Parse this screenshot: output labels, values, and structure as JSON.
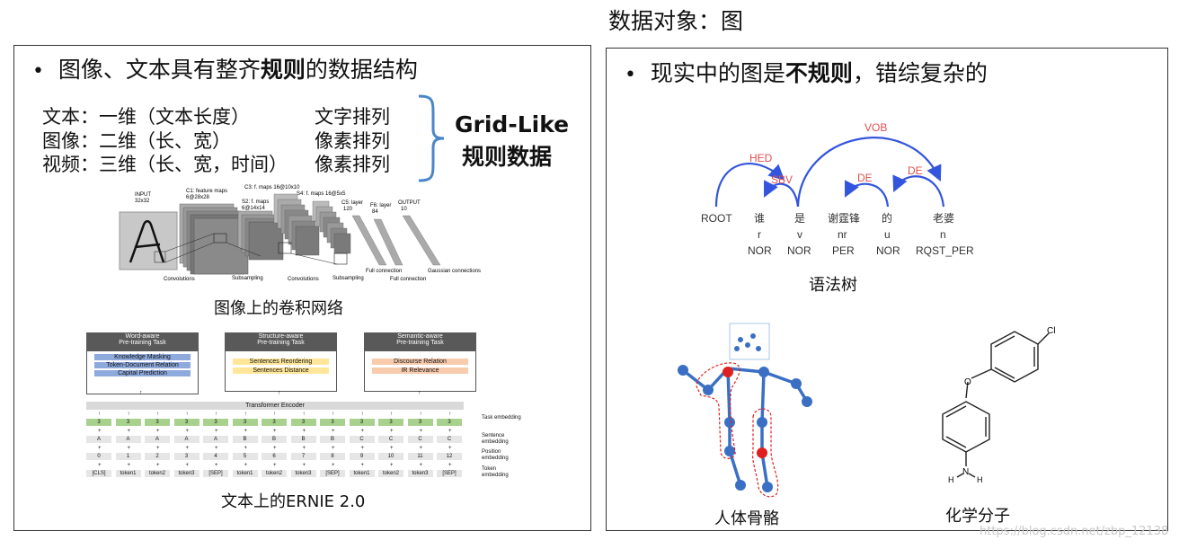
{
  "header": {
    "title": "数据对象：图"
  },
  "left": {
    "bullet_pre": "图像、文本具有整齐",
    "bullet_bold": "规则",
    "bullet_post": "的数据结构",
    "rows": [
      {
        "label": "文本：一维（文本长度）",
        "right": "文字排列"
      },
      {
        "label": "图像：二维（长、宽）",
        "right": "像素排列"
      },
      {
        "label": "视频：三维（长、宽，时间）",
        "right": "像素排列"
      }
    ],
    "grid_like_line1": "Grid-Like",
    "grid_like_line2": "规则数据",
    "cnn": {
      "input": "INPUT",
      "input_size": "32x32",
      "c1": "C1: feature maps",
      "c1_size": "6@28x28",
      "s2": "S2: f. maps",
      "s2_size": "6@14x14",
      "c3": "C3: f. maps 16@10x10",
      "s4": "S4: f. maps 16@5x5",
      "c5": "C5: layer",
      "c5_size": "120",
      "f6": "F6: layer",
      "f6_size": "84",
      "output": "OUTPUT",
      "output_size": "10",
      "conv1": "Convolutions",
      "sub1": "Subsampling",
      "conv2": "Convolutions",
      "sub2": "Subsampling",
      "full1": "Full connection",
      "full2": "Full connection",
      "gauss": "Gaussian connections",
      "caption": "图像上的卷积网络"
    },
    "ernie": {
      "tasks": [
        {
          "title1": "Word-aware",
          "title2": "Pre-training Task",
          "items": [
            "Knowledge Masking",
            "Token-Document Relation",
            "Capital Prediction"
          ],
          "color": "#8ea9db"
        },
        {
          "title1": "Structure-aware",
          "title2": "Pre-training Task",
          "items": [
            "Sentences Reordering",
            "Sentences Distance"
          ],
          "color": "#ffe699"
        },
        {
          "title1": "Semantic-aware",
          "title2": "Pre-training Task",
          "items": [
            "Discourse Relation",
            "IR Relevance"
          ],
          "color": "#f8cbad"
        }
      ],
      "encoder": "Transformer Encoder",
      "task_row": [
        "3",
        "3",
        "3",
        "3",
        "3",
        "3",
        "3",
        "3",
        "3",
        "3",
        "3",
        "3",
        "3"
      ],
      "sent_row": [
        "A",
        "A",
        "A",
        "A",
        "A",
        "B",
        "B",
        "B",
        "B",
        "C",
        "C",
        "C",
        "C"
      ],
      "pos_row": [
        "0",
        "1",
        "2",
        "3",
        "4",
        "5",
        "6",
        "7",
        "8",
        "9",
        "10",
        "11",
        "12"
      ],
      "token_row": [
        "[CLS]",
        "token1",
        "token2",
        "token3",
        "[SEP]",
        "token1",
        "token2",
        "token3",
        "[SEP]",
        "token1",
        "token2",
        "token3",
        "[SEP]"
      ],
      "row_labels": [
        "Task embedding",
        "Sentence embedding",
        "Position embedding",
        "Token embedding"
      ],
      "caption": "文本上的ERNIE 2.0"
    }
  },
  "right": {
    "bullet_pre": "现实中的图是",
    "bullet_bold": "不规则",
    "bullet_post": "，错综复杂的",
    "tree": {
      "words": [
        "ROOT",
        "谁",
        "是",
        "谢霆锋",
        "的",
        "老婆"
      ],
      "pos": [
        "",
        "r",
        "v",
        "nr",
        "u",
        "n"
      ],
      "ner": [
        "",
        "NOR",
        "NOR",
        "PER",
        "NOR",
        "RQST_PER"
      ],
      "arcs": [
        "HED",
        "SBV",
        "VOB",
        "DE",
        "DE"
      ],
      "caption": "语法树"
    },
    "skeleton_caption": "人体骨骼",
    "molecule": {
      "cl": "Cl",
      "o": "O",
      "n": "N",
      "h1": "H",
      "h2": "H",
      "caption": "化学分子"
    },
    "watermark": "https://blog.csdn.net/zbp_12138"
  },
  "colors": {
    "accent_blue": "#4a86c8",
    "arc_blue": "#3355dd",
    "arc_label": "#e05050",
    "joint_red": "#e02020"
  }
}
